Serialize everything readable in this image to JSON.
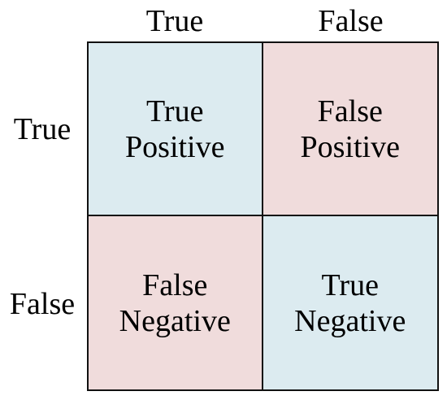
{
  "columns": {
    "labels": [
      "True",
      "False"
    ]
  },
  "rows": {
    "labels": [
      "True",
      "False"
    ]
  },
  "colors": {
    "correct": "#dcebf0",
    "incorrect": "#f0dcdc",
    "border": "#111111"
  },
  "cells": [
    {
      "line1": "True",
      "line2": "Positive",
      "kind": "correct"
    },
    {
      "line1": "False",
      "line2": "Positive",
      "kind": "incorrect"
    },
    {
      "line1": "False",
      "line2": "Negative",
      "kind": "incorrect"
    },
    {
      "line1": "True",
      "line2": "Negative",
      "kind": "correct"
    }
  ]
}
